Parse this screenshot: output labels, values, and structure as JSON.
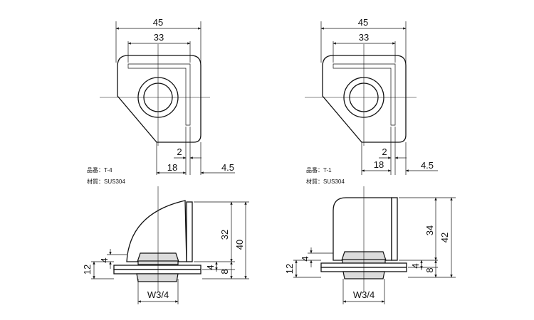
{
  "left_part": {
    "part_no_label": "品番：T-4",
    "material_label": "材質：SUS304",
    "top_view": {
      "width_overall": "45",
      "width_inner": "33",
      "slot": "2",
      "offset": "18",
      "edge": "4.5"
    },
    "side_view": {
      "height_arm": "32",
      "height_overall": "40",
      "plate_thickness": "4",
      "base_height": "8",
      "nut_thickness": "4",
      "total_base": "12",
      "thread": "W3/4"
    }
  },
  "right_part": {
    "part_no_label": "品番：T-1",
    "material_label": "材質：SUS304",
    "top_view": {
      "width_overall": "45",
      "width_inner": "33",
      "slot": "2",
      "offset": "18",
      "edge": "4.5"
    },
    "side_view": {
      "height_arm": "34",
      "height_overall": "42",
      "plate_thickness": "4",
      "base_height": "8",
      "nut_thickness": "4",
      "total_base": "12",
      "thread": "W3/4"
    }
  }
}
